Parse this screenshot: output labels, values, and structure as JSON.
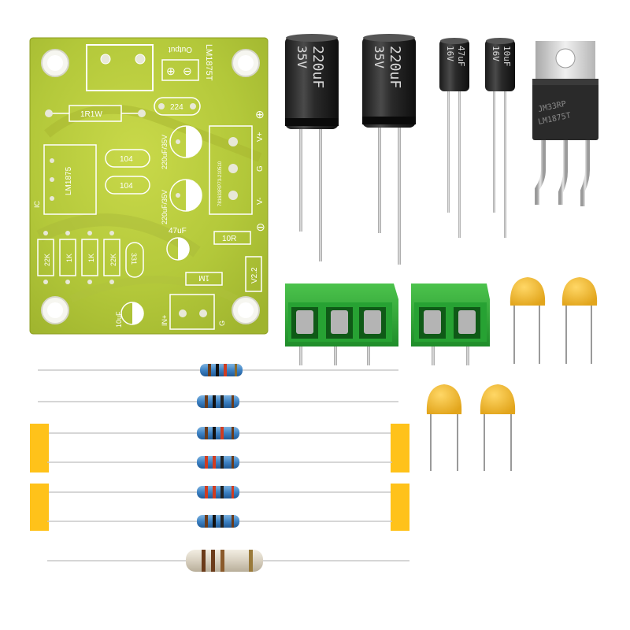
{
  "pcb": {
    "output_label": "Output",
    "chip_label": "LM1875T",
    "cap_224": "224",
    "res_1r1w": "1R1W",
    "ic_label": "LM1875",
    "ic_tag": "IC",
    "cap_104_a": "104",
    "cap_104_b": "104",
    "cap_220_a": "220uF/35V",
    "cap_220_b": "220uF/35V",
    "cap_47": "47uF",
    "pin_vplus": "V+",
    "pin_g": "G",
    "pin_vminus": "V-",
    "board_code": "781633RP73-210510",
    "res_10r": "10R",
    "res_22k_a": "22K",
    "res_1k_a": "1K",
    "res_1k_b": "1K",
    "res_22k_b": "22K",
    "cap_331": "331",
    "res_1m": "1M",
    "version": "V2.2",
    "cap_10uf": "10uF",
    "input_label": "IN+",
    "input_g": "G"
  },
  "capacitors": [
    {
      "value": "220uF",
      "voltage": "35V"
    },
    {
      "value": "220uF",
      "voltage": "35V"
    },
    {
      "value": "47uF",
      "voltage": "16V"
    },
    {
      "value": "10uF",
      "voltage": "16V"
    }
  ],
  "regulator": {
    "line1": "JM33RP",
    "line2": "LM1875T"
  },
  "terminal_blocks": [
    {
      "positions": 3
    },
    {
      "positions": 2
    }
  ],
  "ceramic_capacitor_count": 4,
  "resistor_count": 7
}
